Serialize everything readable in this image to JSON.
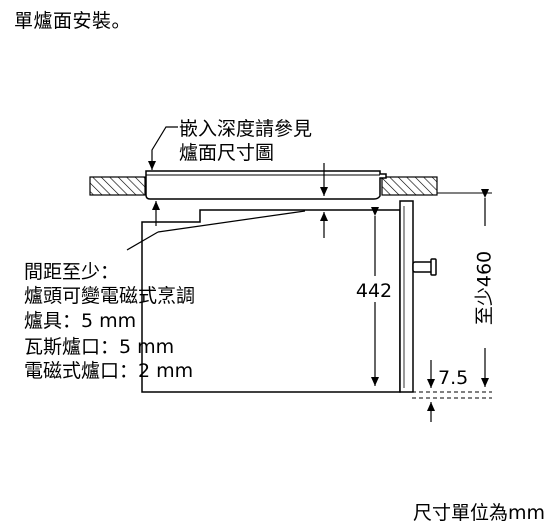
{
  "heading": "單爐面安裝。",
  "unit_note": "尺寸單位為mm",
  "callout_depth": {
    "line1": "嵌入深度請參見",
    "line2": "爐面尺寸圖"
  },
  "clearance": {
    "line1": "間距至少：",
    "line2": "爐頭可變電磁式烹調",
    "line3": "爐具：5 mm",
    "line4": "瓦斯爐口：5 mm",
    "line5": "電磁式爐口：2 mm"
  },
  "dimensions": {
    "height": "442",
    "min_total": "至少460",
    "bottom_gap": "7.5"
  }
}
